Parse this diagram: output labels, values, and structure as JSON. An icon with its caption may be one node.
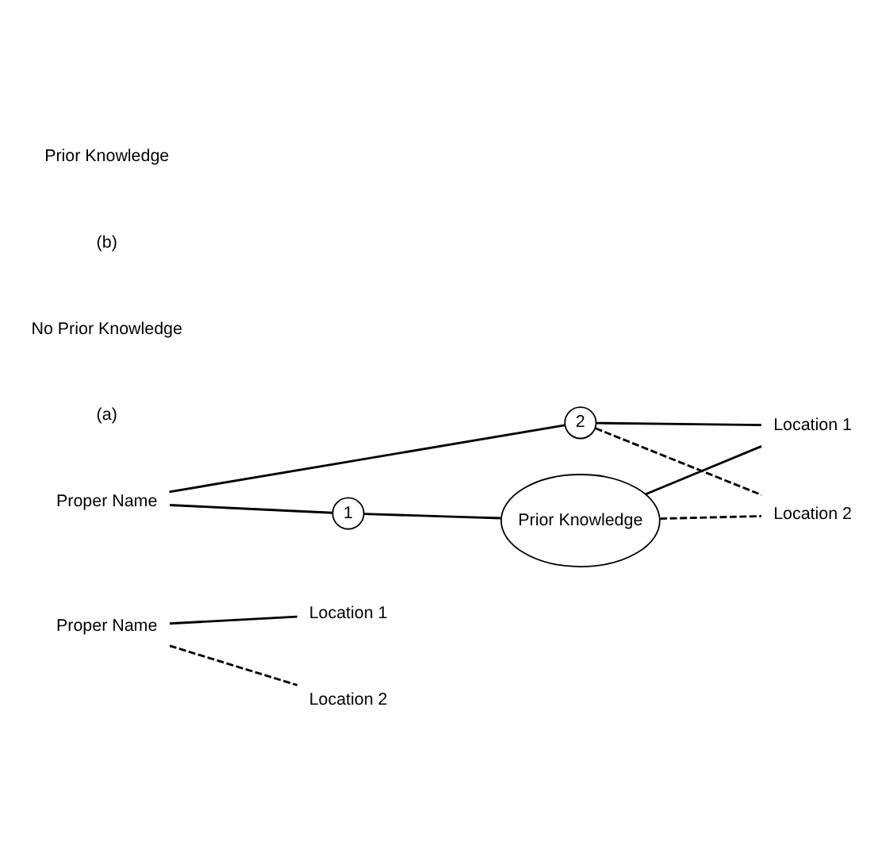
{
  "diagram": {
    "nodes": [
      {
        "text": [
          "Proper Name"
        ]
      },
      {
        "text": [
          "Location 1"
        ]
      },
      {
        "text": [
          "Location 2"
        ]
      },
      {
        "text": [
          "Proper Name"
        ]
      },
      {
        "text": [
          "1"
        ]
      },
      {
        "text": [
          "2"
        ]
      },
      {
        "text": [
          "Prior Knowledge"
        ]
      },
      {
        "text": [
          "Location 1"
        ]
      },
      {
        "text": [
          "Location 2"
        ]
      }
    ],
    "edges": [
      {
        "from": 0,
        "to": 1,
        "arrow": "none"
      },
      {
        "from": 0,
        "to": 2,
        "arrow": "none",
        "style": "dashed"
      },
      {
        "from": 3,
        "to": 4,
        "arrow": "none"
      },
      {
        "from": 4,
        "to": 6,
        "arrow": "none"
      },
      {
        "from": 3,
        "to": 5,
        "arrow": "none"
      },
      {
        "from": 5,
        "to": 7,
        "arrow": "none"
      },
      {
        "from": 5,
        "to": 8,
        "arrow": "none",
        "style": "dashed"
      },
      {
        "from": 6,
        "to": 7,
        "arrow": "none"
      },
      {
        "from": 6,
        "to": 8,
        "arrow": "none",
        "style": "dashed"
      }
    ],
    "labels": [
      "(a)",
      "No Prior Knowledge",
      "(b)",
      "Prior Knowledge"
    ]
  }
}
